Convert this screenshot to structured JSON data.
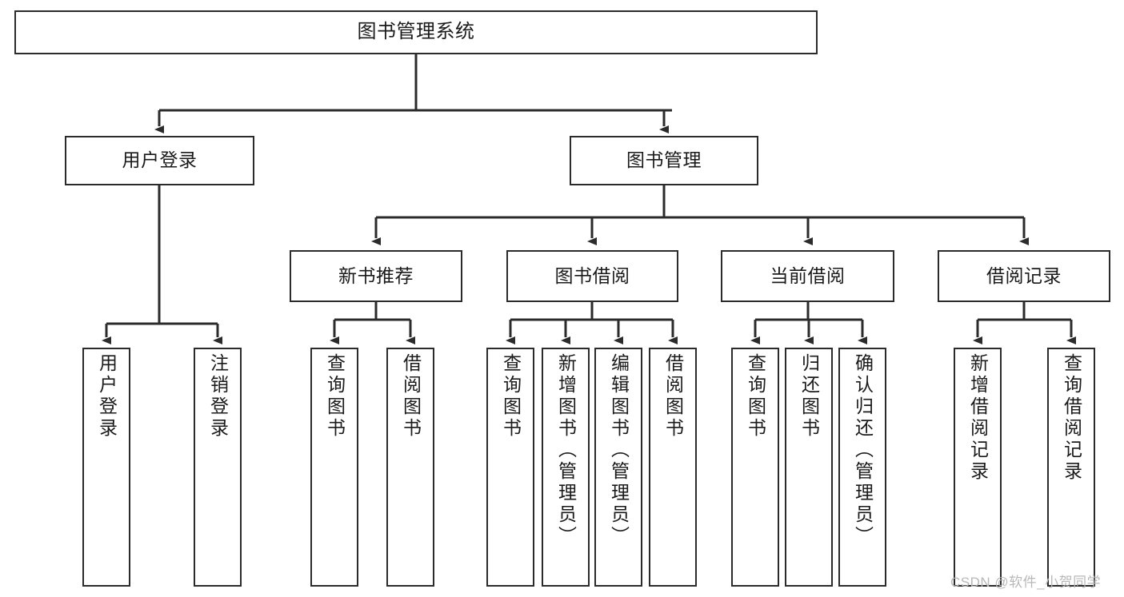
{
  "diagram": {
    "title": "图书管理系统",
    "type": "tree-hierarchy",
    "root": {
      "id": "root",
      "label": "图书管理系统"
    },
    "level2": [
      {
        "id": "user-login",
        "label": "用户登录"
      },
      {
        "id": "book-management",
        "label": "图书管理"
      }
    ],
    "level3": [
      {
        "id": "new-book-recommend",
        "label": "新书推荐"
      },
      {
        "id": "book-borrow",
        "label": "图书借阅"
      },
      {
        "id": "current-borrow",
        "label": "当前借阅"
      },
      {
        "id": "borrow-record",
        "label": "借阅记录"
      }
    ],
    "leaves": [
      {
        "id": "leaf-user-login",
        "parent": "user-login",
        "label": "用户登录"
      },
      {
        "id": "leaf-logout",
        "parent": "user-login",
        "label": "注销登录"
      },
      {
        "id": "leaf-query-book-1",
        "parent": "new-book-recommend",
        "label": "查询图书"
      },
      {
        "id": "leaf-borrow-book-1",
        "parent": "new-book-recommend",
        "label": "借阅图书"
      },
      {
        "id": "leaf-query-book-2",
        "parent": "book-borrow",
        "label": "查询图书"
      },
      {
        "id": "leaf-add-book",
        "parent": "book-borrow",
        "label": "新增图书（管理员）"
      },
      {
        "id": "leaf-edit-book",
        "parent": "book-borrow",
        "label": "编辑图书（管理员）"
      },
      {
        "id": "leaf-borrow-book-2",
        "parent": "book-borrow",
        "label": "借阅图书"
      },
      {
        "id": "leaf-query-book-3",
        "parent": "current-borrow",
        "label": "查询图书"
      },
      {
        "id": "leaf-return-book",
        "parent": "current-borrow",
        "label": "归还图书"
      },
      {
        "id": "leaf-confirm-return",
        "parent": "current-borrow",
        "label": "确认归还（管理员）"
      },
      {
        "id": "leaf-add-record",
        "parent": "borrow-record",
        "label": "新增借阅记录"
      },
      {
        "id": "leaf-query-record",
        "parent": "borrow-record",
        "label": "查询借阅记录"
      }
    ],
    "colors": {
      "border": "#2b2b2b",
      "background": "#ffffff",
      "text": "#1a1a1a",
      "edge": "#2b2b2b",
      "watermark": "#b8b8b8"
    }
  },
  "watermark": {
    "text": "CSDN @软件_小贺同学"
  }
}
